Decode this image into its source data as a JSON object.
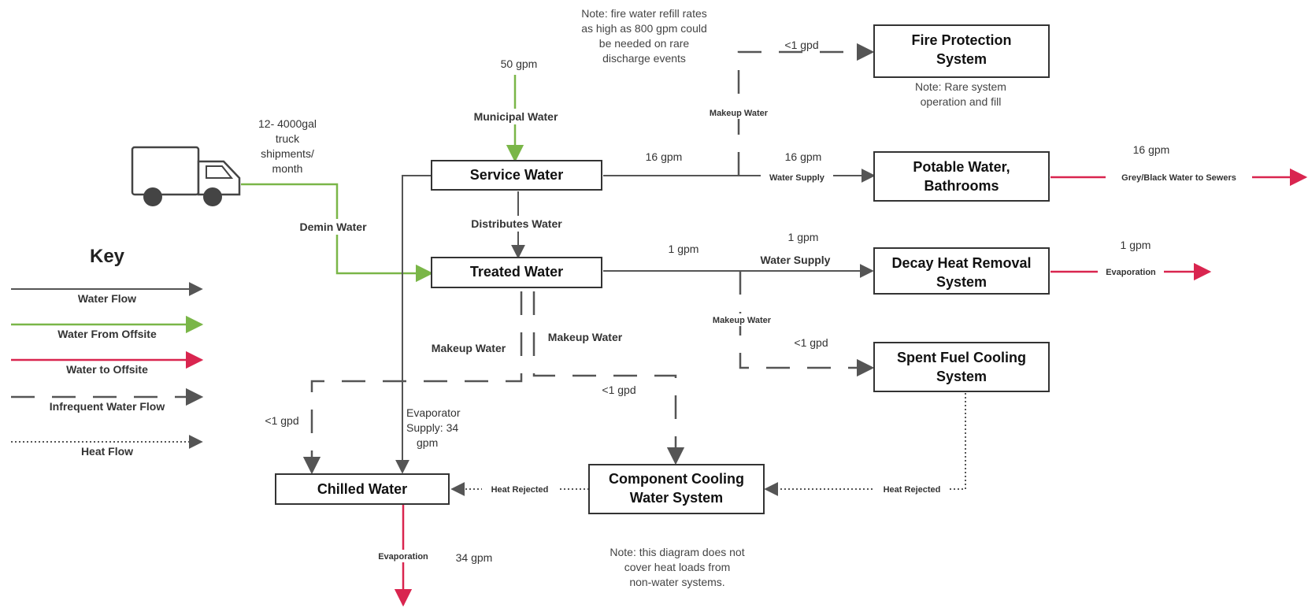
{
  "boxes": {
    "service_water": [
      "Service Water"
    ],
    "treated_water": [
      "Treated Water"
    ],
    "fire_protection": [
      "Fire Protection",
      "System"
    ],
    "potable_water": [
      "Potable Water,",
      "Bathrooms"
    ],
    "decay_heat": [
      "Decay Heat Removal",
      "System"
    ],
    "spent_fuel": [
      "Spent Fuel Cooling",
      "System"
    ],
    "chilled_water": [
      "Chilled Water"
    ],
    "component_cooling": [
      "Component Cooling",
      "Water System"
    ]
  },
  "labels": {
    "municipal_rate": "50 gpm",
    "municipal_water": "Municipal Water",
    "truck_shipments": [
      "12- 4000gal",
      "truck",
      "shipments/",
      "month"
    ],
    "demin_water": "Demin Water",
    "distributes_water": "Distributes Water",
    "service_16gpm": "16 gpm",
    "fire_1gpd": "<1 gpd",
    "makeup_fire": "Makeup Water",
    "potable_16gpm": "16 gpm",
    "water_supply_potable": "Water Supply",
    "sewer_16gpm": "16 gpm",
    "grey_black": "Grey/Black Water to Sewers",
    "treated_1gpm": "1 gpm",
    "decay_1gpm": "1 gpm",
    "water_supply_decay": "Water Supply",
    "evap_1gpm": "1 gpm",
    "evaporation_decay": "Evaporation",
    "makeup_spent": "Makeup Water",
    "spent_1gpd": "<1 gpd",
    "makeup_left": "Makeup Water",
    "makeup_right": "Makeup Water",
    "component_1gpd": "<1 gpd",
    "chilled_1gpd": "<1 gpd",
    "evaporator_supply": [
      "Evaporator",
      "Supply: 34",
      "gpm"
    ],
    "heat_rejected_left": "Heat Rejected",
    "heat_rejected_right": "Heat Rejected",
    "evaporation_chilled": "Evaporation",
    "chilled_34gpm": "34 gpm"
  },
  "notes": {
    "fire_refill": [
      "Note: fire water refill rates",
      "as high as 800 gpm could",
      "be needed on rare",
      "discharge events"
    ],
    "fire_rare": [
      "Note: Rare system",
      "operation and fill"
    ],
    "heat_loads": [
      "Note: this diagram does not",
      "cover heat loads from",
      "non-water systems."
    ]
  },
  "key": {
    "title": "Key",
    "items": [
      {
        "label": "Water Flow",
        "color": "#555555",
        "style": "solid"
      },
      {
        "label": "Water From Offsite",
        "color": "#7ab648",
        "style": "solid"
      },
      {
        "label": "Water to Offsite",
        "color": "#d9254f",
        "style": "solid"
      },
      {
        "label": "Infrequent Water Flow",
        "color": "#555555",
        "style": "dashed"
      },
      {
        "label": "Heat Flow",
        "color": "#555555",
        "style": "dotted"
      }
    ]
  },
  "icons": {
    "truck": "truck-icon"
  },
  "colors": {
    "water_flow": "#555555",
    "offsite_in": "#7ab648",
    "offsite_out": "#d9254f"
  }
}
